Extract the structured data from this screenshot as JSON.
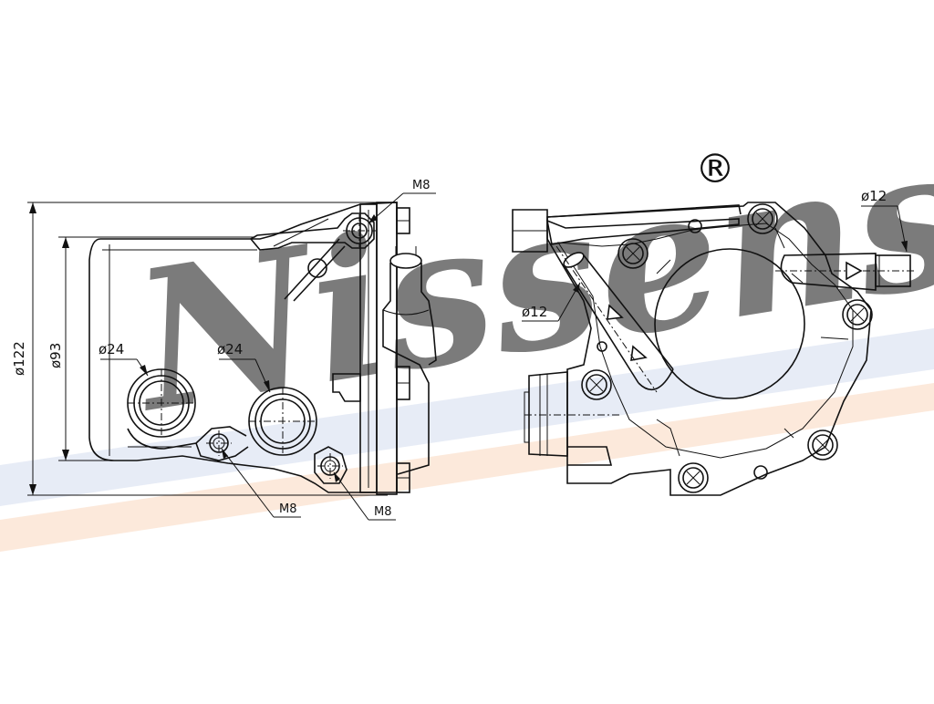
{
  "watermark": {
    "brand": "Nissens",
    "registered_mark": "®",
    "brand_color": "#c9d0ea",
    "stripe_blue": "#dfe5f3",
    "stripe_orange": "#fbe3d2"
  },
  "dimensions": {
    "outer_diameter": "ø122",
    "inner_diameter": "ø93",
    "port_left": "ø24",
    "port_right": "ø24",
    "thread_top": "M8",
    "thread_bottom_left": "M8",
    "thread_bottom_right": "M8",
    "hose_left": "ø12",
    "hose_right": "ø12"
  },
  "colors": {
    "line": "#111111",
    "background": "#ffffff"
  }
}
